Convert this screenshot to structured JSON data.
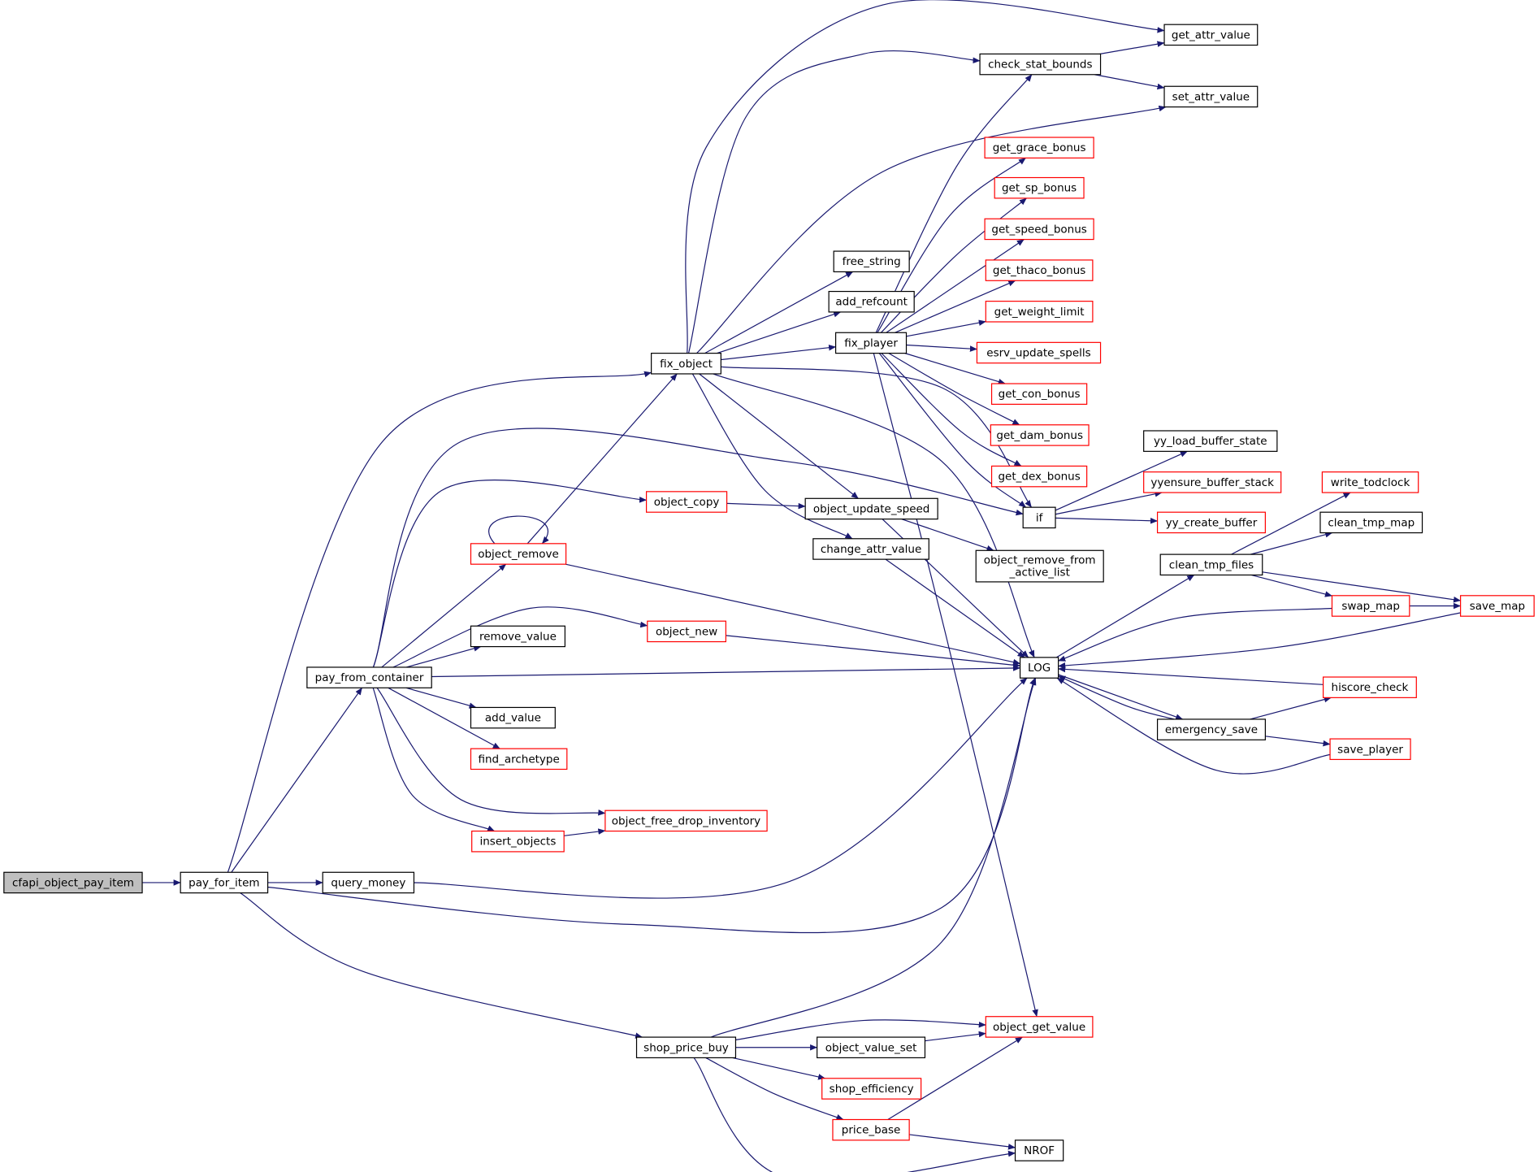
{
  "colors": {
    "edge": "#191970",
    "root_fill": "#bfbfbf",
    "normal_stroke": "#000000",
    "truncated_stroke": "#ff0000",
    "fill": "#ffffff"
  },
  "nodes": [
    {
      "id": "cfapi_object_pay_item",
      "lines": [
        "cfapi_object_pay_item"
      ],
      "style": "root"
    },
    {
      "id": "pay_for_item",
      "lines": [
        "pay_for_item"
      ],
      "style": "normal"
    },
    {
      "id": "fix_object",
      "lines": [
        "fix_object"
      ],
      "style": "normal"
    },
    {
      "id": "pay_from_container",
      "lines": [
        "pay_from_container"
      ],
      "style": "normal"
    },
    {
      "id": "query_money",
      "lines": [
        "query_money"
      ],
      "style": "normal"
    },
    {
      "id": "LOG",
      "lines": [
        "LOG"
      ],
      "style": "normal"
    },
    {
      "id": "shop_price_buy",
      "lines": [
        "shop_price_buy"
      ],
      "style": "normal"
    },
    {
      "id": "get_attr_value",
      "lines": [
        "get_attr_value"
      ],
      "style": "normal"
    },
    {
      "id": "check_stat_bounds",
      "lines": [
        "check_stat_bounds"
      ],
      "style": "normal"
    },
    {
      "id": "set_attr_value",
      "lines": [
        "set_attr_value"
      ],
      "style": "normal"
    },
    {
      "id": "free_string",
      "lines": [
        "free_string"
      ],
      "style": "normal"
    },
    {
      "id": "add_refcount",
      "lines": [
        "add_refcount"
      ],
      "style": "normal"
    },
    {
      "id": "fix_player",
      "lines": [
        "fix_player"
      ],
      "style": "normal"
    },
    {
      "id": "object_update_speed",
      "lines": [
        "object_update_speed"
      ],
      "style": "normal"
    },
    {
      "id": "change_attr_value",
      "lines": [
        "change_attr_value"
      ],
      "style": "normal"
    },
    {
      "id": "if",
      "lines": [
        "if"
      ],
      "style": "normal"
    },
    {
      "id": "object_get_value",
      "lines": [
        "object_get_value"
      ],
      "style": "truncated"
    },
    {
      "id": "get_grace_bonus",
      "lines": [
        "get_grace_bonus"
      ],
      "style": "truncated"
    },
    {
      "id": "get_sp_bonus",
      "lines": [
        "get_sp_bonus"
      ],
      "style": "truncated"
    },
    {
      "id": "get_speed_bonus",
      "lines": [
        "get_speed_bonus"
      ],
      "style": "truncated"
    },
    {
      "id": "get_thaco_bonus",
      "lines": [
        "get_thaco_bonus"
      ],
      "style": "truncated"
    },
    {
      "id": "get_weight_limit",
      "lines": [
        "get_weight_limit"
      ],
      "style": "truncated"
    },
    {
      "id": "esrv_update_spells",
      "lines": [
        "esrv_update_spells"
      ],
      "style": "truncated"
    },
    {
      "id": "get_con_bonus",
      "lines": [
        "get_con_bonus"
      ],
      "style": "truncated"
    },
    {
      "id": "get_dam_bonus",
      "lines": [
        "get_dam_bonus"
      ],
      "style": "truncated"
    },
    {
      "id": "get_dex_bonus",
      "lines": [
        "get_dex_bonus"
      ],
      "style": "truncated"
    },
    {
      "id": "yy_load_buffer_state",
      "lines": [
        "yy_load_buffer_state"
      ],
      "style": "normal"
    },
    {
      "id": "yyensure_buffer_stack",
      "lines": [
        "yyensure_buffer_stack"
      ],
      "style": "truncated"
    },
    {
      "id": "yy_create_buffer",
      "lines": [
        "yy_create_buffer"
      ],
      "style": "truncated"
    },
    {
      "id": "object_remove_from_active_list",
      "lines": [
        "object_remove_from",
        "_active_list"
      ],
      "style": "normal"
    },
    {
      "id": "object_copy",
      "lines": [
        "object_copy"
      ],
      "style": "truncated"
    },
    {
      "id": "object_remove",
      "lines": [
        "object_remove"
      ],
      "style": "truncated"
    },
    {
      "id": "object_new",
      "lines": [
        "object_new"
      ],
      "style": "truncated"
    },
    {
      "id": "remove_value",
      "lines": [
        "remove_value"
      ],
      "style": "normal"
    },
    {
      "id": "add_value",
      "lines": [
        "add_value"
      ],
      "style": "normal"
    },
    {
      "id": "find_archetype",
      "lines": [
        "find_archetype"
      ],
      "style": "truncated"
    },
    {
      "id": "object_free_drop_inventory",
      "lines": [
        "object_free_drop_inventory"
      ],
      "style": "truncated"
    },
    {
      "id": "insert_objects",
      "lines": [
        "insert_objects"
      ],
      "style": "truncated"
    },
    {
      "id": "clean_tmp_files",
      "lines": [
        "clean_tmp_files"
      ],
      "style": "normal"
    },
    {
      "id": "write_todclock",
      "lines": [
        "write_todclock"
      ],
      "style": "truncated"
    },
    {
      "id": "clean_tmp_map",
      "lines": [
        "clean_tmp_map"
      ],
      "style": "normal"
    },
    {
      "id": "swap_map",
      "lines": [
        "swap_map"
      ],
      "style": "truncated"
    },
    {
      "id": "save_map",
      "lines": [
        "save_map"
      ],
      "style": "truncated"
    },
    {
      "id": "emergency_save",
      "lines": [
        "emergency_save"
      ],
      "style": "normal"
    },
    {
      "id": "hiscore_check",
      "lines": [
        "hiscore_check"
      ],
      "style": "truncated"
    },
    {
      "id": "save_player",
      "lines": [
        "save_player"
      ],
      "style": "truncated"
    },
    {
      "id": "object_value_set",
      "lines": [
        "object_value_set"
      ],
      "style": "normal"
    },
    {
      "id": "shop_efficiency",
      "lines": [
        "shop_efficiency"
      ],
      "style": "truncated"
    },
    {
      "id": "price_base",
      "lines": [
        "price_base"
      ],
      "style": "truncated"
    },
    {
      "id": "NROF",
      "lines": [
        "NROF"
      ],
      "style": "normal"
    }
  ],
  "edges": [
    [
      "cfapi_object_pay_item",
      "pay_for_item"
    ],
    [
      "pay_for_item",
      "fix_object"
    ],
    [
      "pay_for_item",
      "pay_from_container"
    ],
    [
      "pay_for_item",
      "query_money"
    ],
    [
      "pay_for_item",
      "LOG"
    ],
    [
      "pay_for_item",
      "shop_price_buy"
    ],
    [
      "fix_object",
      "get_attr_value"
    ],
    [
      "fix_object",
      "check_stat_bounds"
    ],
    [
      "fix_object",
      "set_attr_value"
    ],
    [
      "fix_object",
      "free_string"
    ],
    [
      "fix_object",
      "add_refcount"
    ],
    [
      "fix_object",
      "fix_player"
    ],
    [
      "fix_object",
      "if"
    ],
    [
      "fix_object",
      "object_update_speed"
    ],
    [
      "fix_object",
      "change_attr_value"
    ],
    [
      "fix_object",
      "LOG"
    ],
    [
      "check_stat_bounds",
      "get_attr_value"
    ],
    [
      "check_stat_bounds",
      "set_attr_value"
    ],
    [
      "fix_player",
      "check_stat_bounds"
    ],
    [
      "fix_player",
      "get_grace_bonus"
    ],
    [
      "fix_player",
      "get_sp_bonus"
    ],
    [
      "fix_player",
      "get_speed_bonus"
    ],
    [
      "fix_player",
      "get_thaco_bonus"
    ],
    [
      "fix_player",
      "get_weight_limit"
    ],
    [
      "fix_player",
      "esrv_update_spells"
    ],
    [
      "fix_player",
      "get_con_bonus"
    ],
    [
      "fix_player",
      "get_dam_bonus"
    ],
    [
      "fix_player",
      "get_dex_bonus"
    ],
    [
      "fix_player",
      "if"
    ],
    [
      "fix_player",
      "object_get_value"
    ],
    [
      "if",
      "yy_load_buffer_state"
    ],
    [
      "if",
      "yyensure_buffer_stack"
    ],
    [
      "if",
      "yy_create_buffer"
    ],
    [
      "object_update_speed",
      "object_remove_from_active_list"
    ],
    [
      "object_update_speed",
      "LOG"
    ],
    [
      "change_attr_value",
      "LOG"
    ],
    [
      "pay_from_container",
      "object_copy"
    ],
    [
      "pay_from_container",
      "if"
    ],
    [
      "pay_from_container",
      "object_remove"
    ],
    [
      "pay_from_container",
      "object_new"
    ],
    [
      "pay_from_container",
      "remove_value"
    ],
    [
      "pay_from_container",
      "LOG"
    ],
    [
      "pay_from_container",
      "add_value"
    ],
    [
      "pay_from_container",
      "find_archetype"
    ],
    [
      "pay_from_container",
      "object_free_drop_inventory"
    ],
    [
      "pay_from_container",
      "insert_objects"
    ],
    [
      "object_copy",
      "object_update_speed"
    ],
    [
      "object_remove",
      "fix_object"
    ],
    [
      "object_remove",
      "object_remove"
    ],
    [
      "object_remove",
      "LOG"
    ],
    [
      "object_new",
      "LOG"
    ],
    [
      "insert_objects",
      "object_free_drop_inventory"
    ],
    [
      "query_money",
      "LOG"
    ],
    [
      "LOG",
      "clean_tmp_files"
    ],
    [
      "LOG",
      "emergency_save"
    ],
    [
      "clean_tmp_files",
      "write_todclock"
    ],
    [
      "clean_tmp_files",
      "clean_tmp_map"
    ],
    [
      "clean_tmp_files",
      "swap_map"
    ],
    [
      "clean_tmp_files",
      "save_map"
    ],
    [
      "swap_map",
      "save_map"
    ],
    [
      "swap_map",
      "LOG"
    ],
    [
      "save_map",
      "LOG"
    ],
    [
      "emergency_save",
      "LOG"
    ],
    [
      "emergency_save",
      "hiscore_check"
    ],
    [
      "emergency_save",
      "save_player"
    ],
    [
      "hiscore_check",
      "LOG"
    ],
    [
      "save_player",
      "LOG"
    ],
    [
      "shop_price_buy",
      "LOG"
    ],
    [
      "shop_price_buy",
      "object_get_value"
    ],
    [
      "shop_price_buy",
      "object_value_set"
    ],
    [
      "shop_price_buy",
      "shop_efficiency"
    ],
    [
      "shop_price_buy",
      "price_base"
    ],
    [
      "shop_price_buy",
      "NROF"
    ],
    [
      "object_value_set",
      "object_get_value"
    ],
    [
      "price_base",
      "object_get_value"
    ],
    [
      "price_base",
      "NROF"
    ]
  ]
}
